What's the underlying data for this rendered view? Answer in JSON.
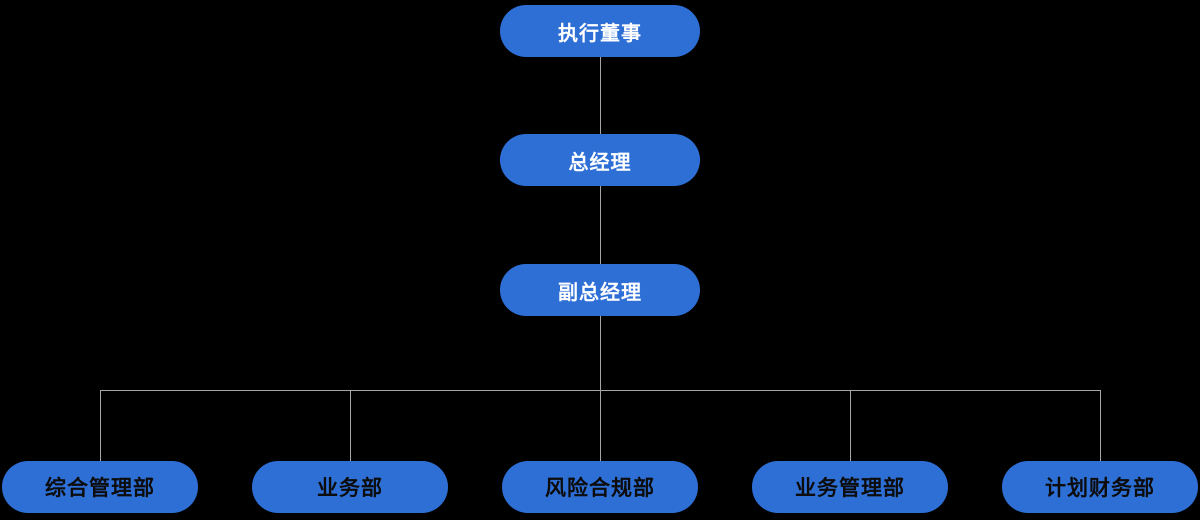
{
  "org_chart": {
    "nodes": {
      "executive_director": "执行董事",
      "general_manager": "总经理",
      "deputy_general_manager": "副总经理",
      "dept_general_admin": "综合管理部",
      "dept_business": "业务部",
      "dept_risk_compliance": "风险合规部",
      "dept_business_management": "业务管理部",
      "dept_planning_finance": "计划财务部"
    },
    "hierarchy": [
      {
        "level": 1,
        "members": [
          "执行董事"
        ]
      },
      {
        "level": 2,
        "members": [
          "总经理"
        ]
      },
      {
        "level": 3,
        "members": [
          "副总经理"
        ]
      },
      {
        "level": 4,
        "members": [
          "综合管理部",
          "业务部",
          "风险合规部",
          "业务管理部",
          "计划财务部"
        ]
      }
    ],
    "colors": {
      "background": "#000000",
      "node_fill": "#2e6fd6",
      "top_label_text": "#ffffff",
      "bottom_label_text": "#0c0c0c",
      "connector": "#a6a6a6"
    }
  }
}
